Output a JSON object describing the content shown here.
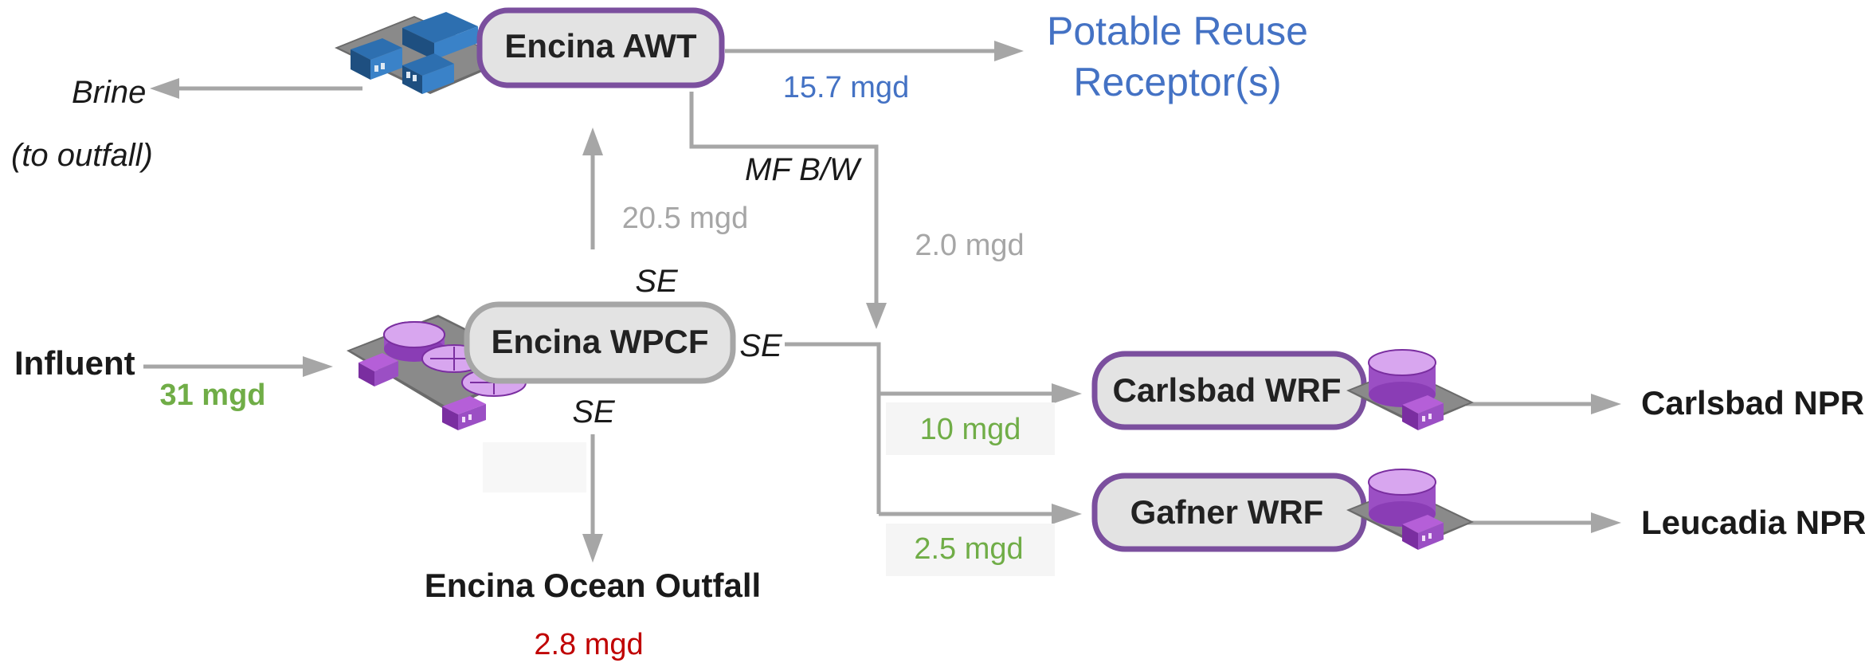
{
  "colors": {
    "arrow": "#a6a6a6",
    "node_fill": "#e3e3e3",
    "node_border": "#7b4f9e",
    "node_border_gray": "#a6a6a6",
    "green": "#70ad47",
    "blue": "#4472c4",
    "gray_text": "#a6a6a6",
    "red": "#c00000"
  },
  "nodes": {
    "awt": {
      "label": "Encina AWT"
    },
    "wpcf": {
      "label": "Encina WPCF"
    },
    "carlsbad_wrf": {
      "label": "Carlsbad WRF"
    },
    "gafner_wrf": {
      "label": "Gafner WRF"
    }
  },
  "labels": {
    "brine": "Brine",
    "to_outfall": "(to outfall)",
    "potable_reuse_line1": "Potable Reuse",
    "potable_reuse_line2": "Receptor(s)",
    "mf_bw": "MF B/W",
    "se_top": "SE",
    "se_right": "SE",
    "se_bottom": "SE",
    "influent": "Influent",
    "ocean_outfall": "Encina Ocean Outfall",
    "carlsbad_npr": "Carlsbad NPR",
    "leucadia_npr": "Leucadia NPR"
  },
  "flows": {
    "awt_to_potable": "15.7 mgd",
    "wpcf_to_awt": "20.5 mgd",
    "mf_bw": "2.0 mgd",
    "influent": "31 mgd",
    "to_carlsbad": "10 mgd",
    "to_gafner": "2.5 mgd",
    "ocean_outfall": "2.8 mgd"
  },
  "icons": {
    "awt": "treatment-plant-blue-icon",
    "wpcf": "treatment-plant-purple-icon",
    "carlsbad": "reclamation-plant-purple-icon",
    "gafner": "reclamation-plant-purple-icon"
  }
}
